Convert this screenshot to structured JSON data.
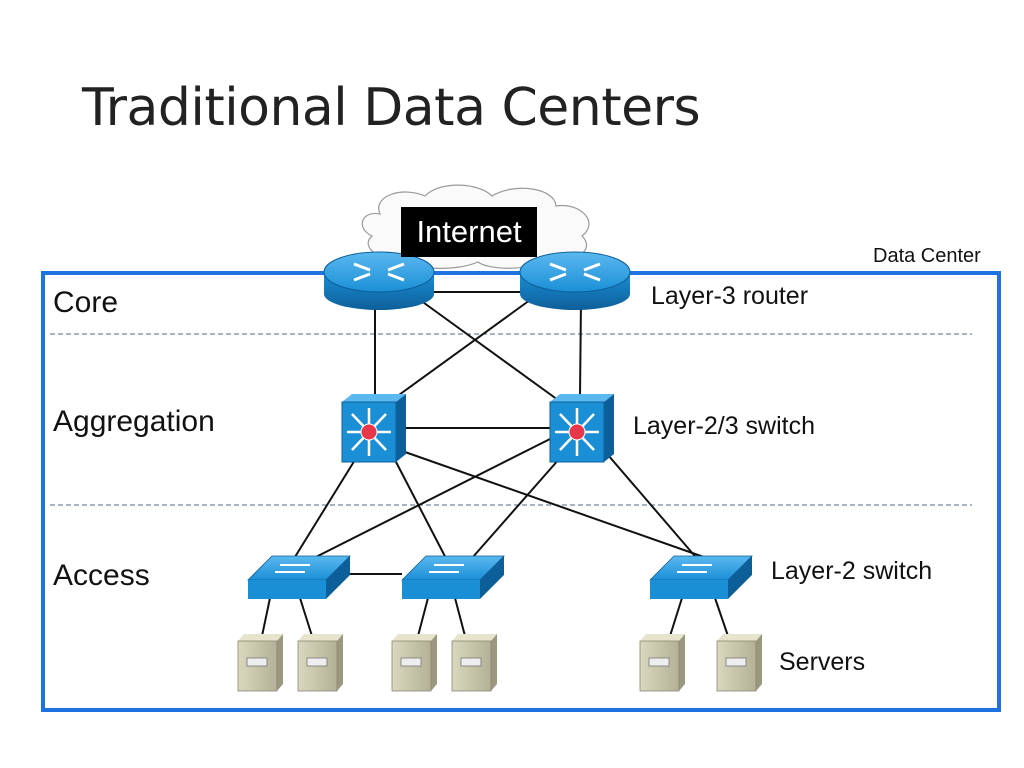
{
  "title": "Traditional Data Centers",
  "cloud_label": "Internet",
  "box_label": "Data Center",
  "layers": {
    "core": "Core",
    "aggregation": "Aggregation",
    "access": "Access"
  },
  "annotations": {
    "router": "Layer-3 router",
    "l23switch": "Layer-2/3 switch",
    "l2switch": "Layer-2 switch",
    "servers": "Servers"
  },
  "colors": {
    "box_border": "#1e73e0",
    "device": "#1b8fd6",
    "device_dark": "#0f6aa8",
    "hub_dot": "#e8374a",
    "server": "#c8c6a8",
    "divider": "#4a6a8a"
  }
}
